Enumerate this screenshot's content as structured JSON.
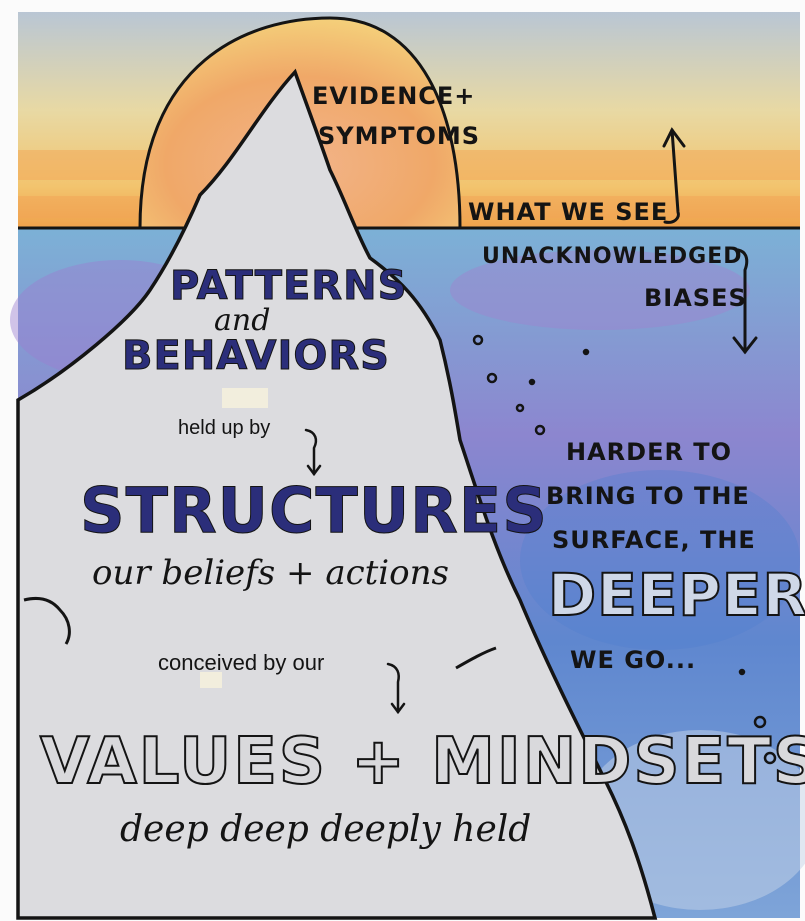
{
  "top": {
    "evidence_symptoms": [
      "EVIDENCE+",
      "SYMPTOMS"
    ],
    "what_we_see": "WHAT WE SEE"
  },
  "below": {
    "unacknowledged_biases": [
      "UNACKNOWLEDGED",
      "BIASES"
    ],
    "patterns": "PATTERNS",
    "and": "and",
    "behaviors": "BEHAVIORS",
    "held_up_by": "held up by",
    "structures": "STRUCTURES",
    "beliefs_actions": "our beliefs + actions",
    "conceived_by_our": "conceived by our",
    "values_mindsets": "VALUES + MINDSETS",
    "deeply_held": "deep deep deeply held",
    "harder_to_bring": [
      "HARDER TO",
      "BRING TO THE",
      "SURFACE, THE"
    ],
    "deeper": "DEEPER",
    "we_go": "WE GO..."
  },
  "colors": {
    "sun": "#f0a85a",
    "sky_yellow": "#f3d37c",
    "water_blue": "#6f9bd0",
    "water_purple": "#9c82c9",
    "iceberg": "#dcdcdf",
    "ink": "#141414"
  }
}
